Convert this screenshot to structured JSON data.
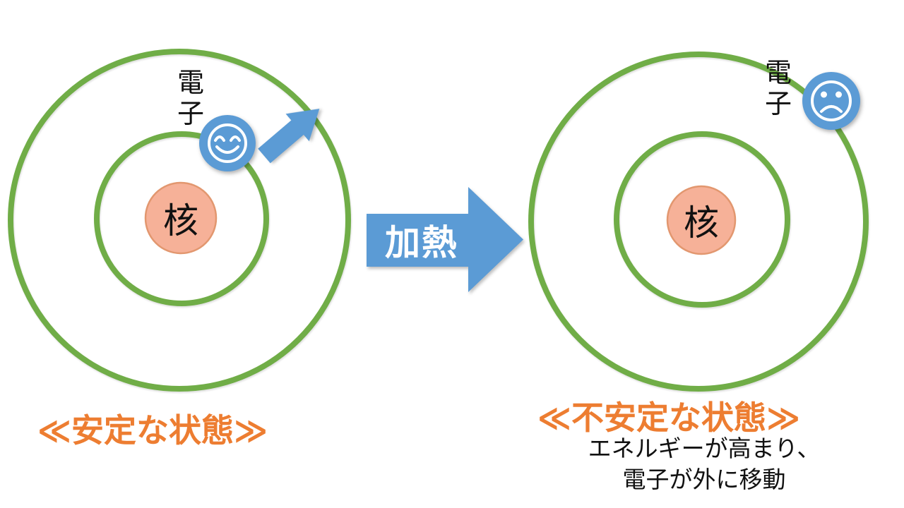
{
  "colors": {
    "orbit_green": "#70AD47",
    "electron_blue": "#5B9BD5",
    "nucleus_fill": "#F6B198",
    "nucleus_border": "#E2976F",
    "caption_orange": "#ED7D31",
    "text_black": "#111111"
  },
  "left_atom": {
    "electron_label": "電\n子",
    "nucleus_label": "核",
    "caption": "≪安定な状態≫",
    "electron_icon": "smiley-face-icon",
    "escape_icon": "up-right-block-arrow-icon"
  },
  "heat_arrow": {
    "label": "加熱",
    "icon": "right-block-arrow-icon"
  },
  "right_atom": {
    "electron_label": "電\n子",
    "nucleus_label": "核",
    "caption": "≪不安定な状態≫",
    "note": "エネルギーが高まり、\n電子が外に移動",
    "electron_icon": "sad-face-icon"
  }
}
